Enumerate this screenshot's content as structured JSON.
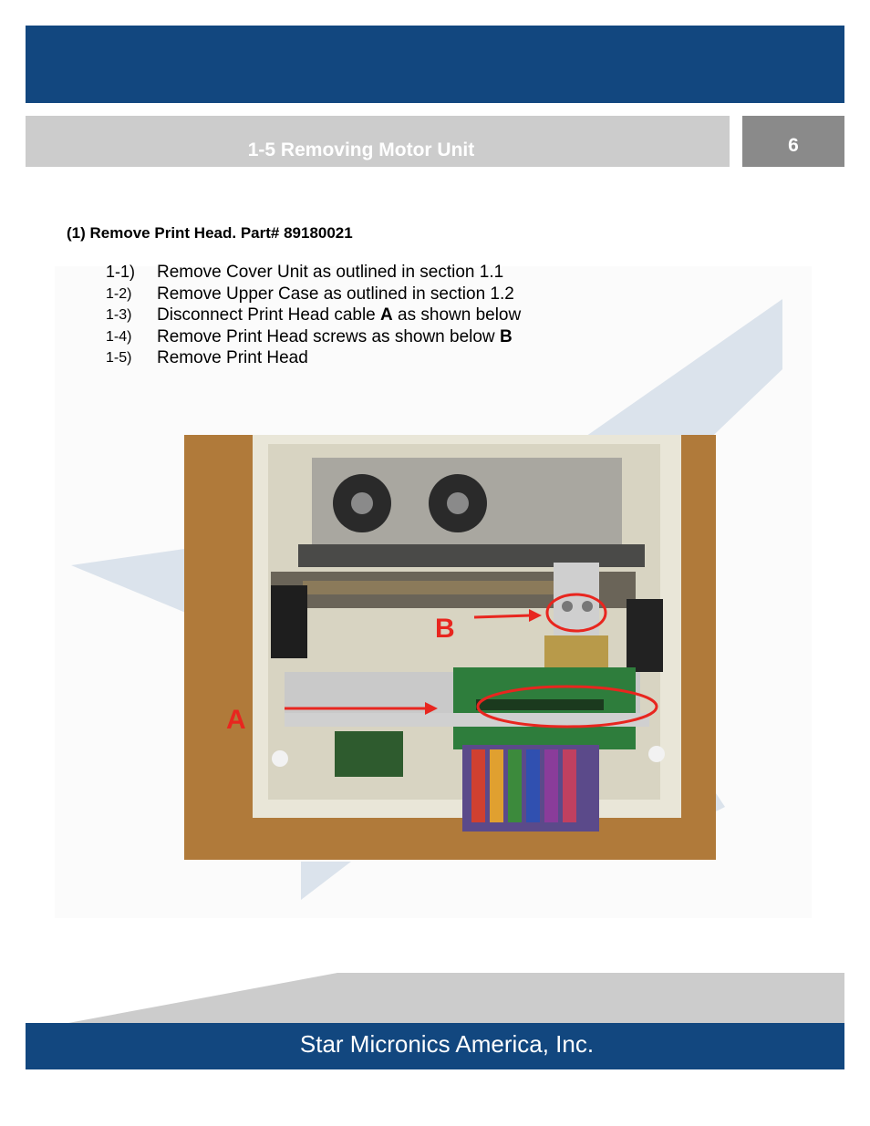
{
  "header": {
    "section_title": "1-5 Removing Motor Unit",
    "page_number": "6"
  },
  "content": {
    "heading": "(1) Remove Print Head. Part# 89180021",
    "steps": [
      {
        "num": "1-1)",
        "text": "Remove Cover Unit as outlined in section 1.1"
      },
      {
        "num": "1-2)",
        "text": "Remove Upper Case as outlined in section 1.2"
      },
      {
        "num": "1-3)",
        "text_before": "Disconnect Print Head cable ",
        "bold": "A",
        "text_after": " as shown below"
      },
      {
        "num": "1-4)",
        "text_before": "Remove Print Head screws as shown below ",
        "bold": "B",
        "text_after": ""
      },
      {
        "num": "1-5)",
        "text": "Remove Print Head"
      }
    ]
  },
  "photo": {
    "label_a": "A",
    "label_b": "B"
  },
  "footer": {
    "company": "Star Micronics America, Inc."
  },
  "colors": {
    "brand_blue": "#12477f",
    "bar_gray": "#cccccc",
    "page_box_gray": "#8a8a8a",
    "annotation_red": "#e8261f"
  }
}
